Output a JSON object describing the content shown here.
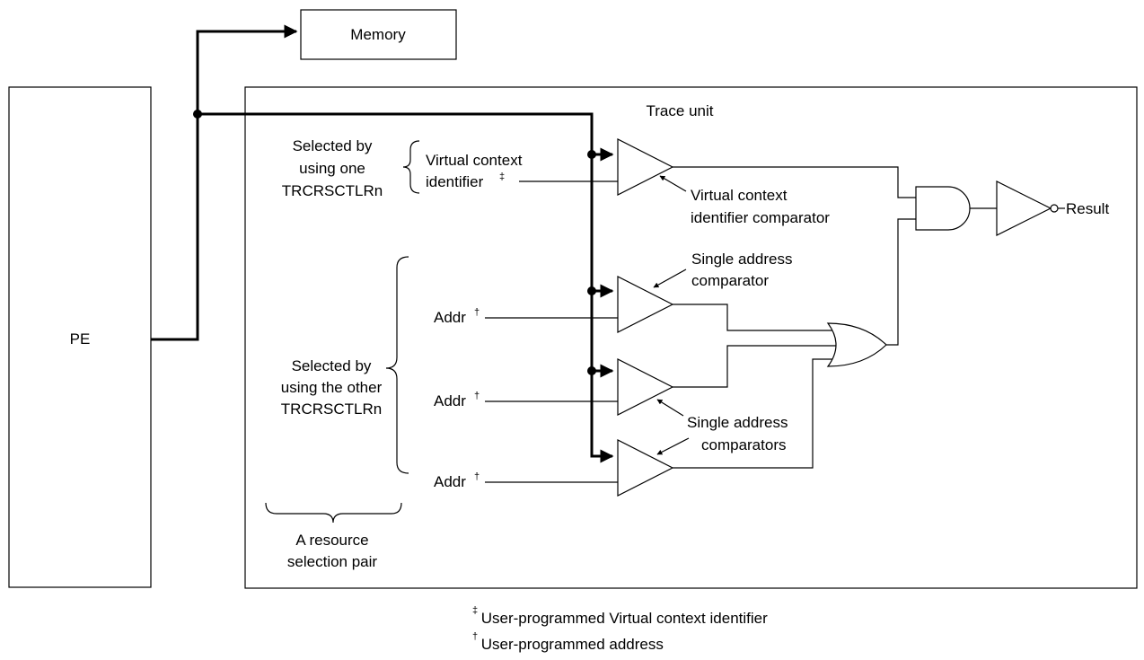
{
  "blocks": {
    "pe": "PE",
    "memory": "Memory",
    "trace_unit": "Trace unit",
    "result": "Result"
  },
  "selection_groups": {
    "one": [
      "Selected by",
      "using one",
      "TRCRSCTLRn"
    ],
    "other": [
      "Selected by",
      "using the other",
      "TRCRSCTLRn"
    ],
    "pair": [
      "A resource",
      "selection pair"
    ]
  },
  "inputs": {
    "vcid": [
      "Virtual context",
      "identifier"
    ],
    "vcid_mark": "‡",
    "addr": "Addr",
    "addr_mark": "†"
  },
  "comparators": {
    "vcid": [
      "Virtual context",
      "identifier comparator"
    ],
    "single": [
      "Single address",
      "comparator"
    ],
    "single_plural": [
      "Single address",
      "comparators"
    ]
  },
  "footnotes": {
    "double_dagger_mark": "‡",
    "double_dagger_text": " User-programmed Virtual context identifier",
    "dagger_mark": "†",
    "dagger_text": " User-programmed address"
  }
}
